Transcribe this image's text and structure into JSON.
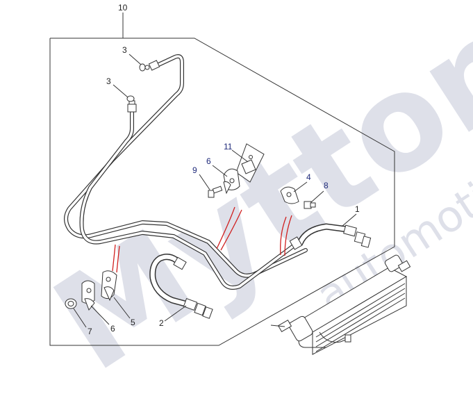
{
  "diagram": {
    "watermark": {
      "brand": "Mytton",
      "tagline": "automotive"
    },
    "callouts": [
      {
        "id": "10",
        "text": "10",
        "color": "#222222"
      },
      {
        "id": "3a",
        "text": "3",
        "color": "#222222"
      },
      {
        "id": "3b",
        "text": "3",
        "color": "#222222"
      },
      {
        "id": "11",
        "text": "11",
        "color": "#1f2a7a"
      },
      {
        "id": "6a",
        "text": "6",
        "color": "#1f2a7a"
      },
      {
        "id": "9",
        "text": "9",
        "color": "#1f2a7a"
      },
      {
        "id": "4",
        "text": "4",
        "color": "#1f2a7a"
      },
      {
        "id": "8",
        "text": "8",
        "color": "#1f2a7a"
      },
      {
        "id": "1",
        "text": "1",
        "color": "#222222"
      },
      {
        "id": "2",
        "text": "2",
        "color": "#222222"
      },
      {
        "id": "5",
        "text": "5",
        "color": "#222222"
      },
      {
        "id": "6b",
        "text": "6",
        "color": "#222222"
      },
      {
        "id": "7",
        "text": "7",
        "color": "#222222"
      }
    ],
    "colors": {
      "linework": "#333333",
      "guide_marks": "#d02020",
      "watermark": "#c4c8d8"
    }
  }
}
